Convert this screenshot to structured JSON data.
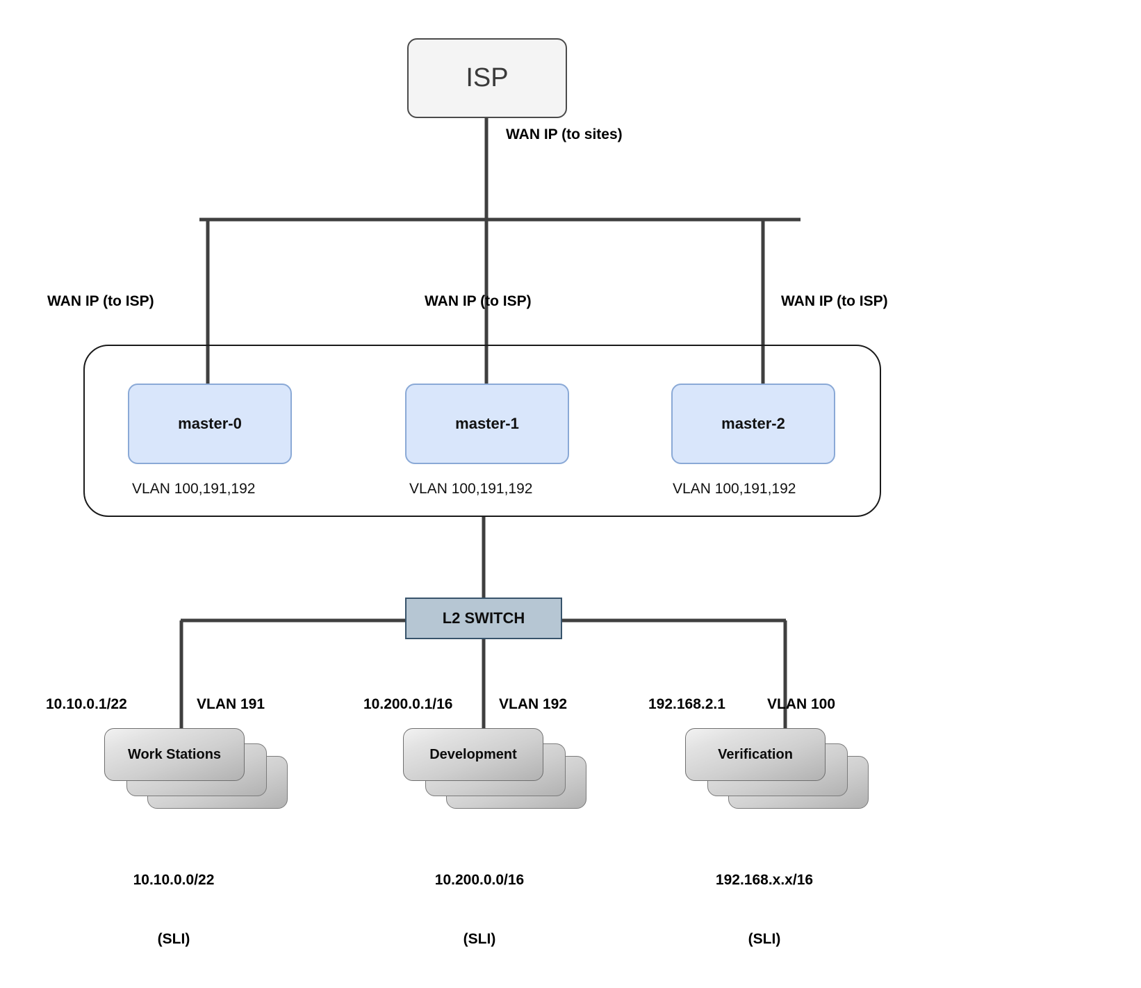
{
  "diagram": {
    "title": "Network topology",
    "colors": {
      "isp_fill": "#f4f4f4",
      "isp_stroke": "#4a4a4a",
      "master_fill": "#d9e6fb",
      "master_stroke": "#8aa9d6",
      "switch_fill": "#b6c6d3",
      "switch_stroke": "#37536b",
      "wire": "#3f3f3f",
      "frame_stroke": "#1a1a1a",
      "stack_fill_light": "#f2f2f2",
      "stack_fill_dark": "#b2b2b2",
      "stack_stroke": "#7a7a7a"
    }
  },
  "isp": {
    "label": "ISP",
    "uplink_label": "WAN IP (to sites)"
  },
  "cluster": {
    "masters": [
      {
        "name": "master-0",
        "vlans": "VLAN 100,191,192",
        "wan_label": "WAN IP (to ISP)"
      },
      {
        "name": "master-1",
        "vlans": "VLAN 100,191,192",
        "wan_label": "WAN IP (to ISP)"
      },
      {
        "name": "master-2",
        "vlans": "VLAN 100,191,192",
        "wan_label": "WAN IP (to ISP)"
      }
    ]
  },
  "switch": {
    "label": "L2 SWITCH"
  },
  "segments": [
    {
      "name": "Work Stations",
      "gateway_ip": "10.10.0.1/22",
      "vlan": "VLAN 191",
      "subnet": "10.10.0.0/22",
      "subnet_note": "(SLI)"
    },
    {
      "name": "Development",
      "gateway_ip": "10.200.0.1/16",
      "vlan": "VLAN 192",
      "subnet": "10.200.0.0/16",
      "subnet_note": "(SLI)"
    },
    {
      "name": "Verification",
      "gateway_ip": "192.168.2.1",
      "vlan": "VLAN 100",
      "subnet": "192.168.x.x/16",
      "subnet_note": "(SLI)"
    }
  ]
}
